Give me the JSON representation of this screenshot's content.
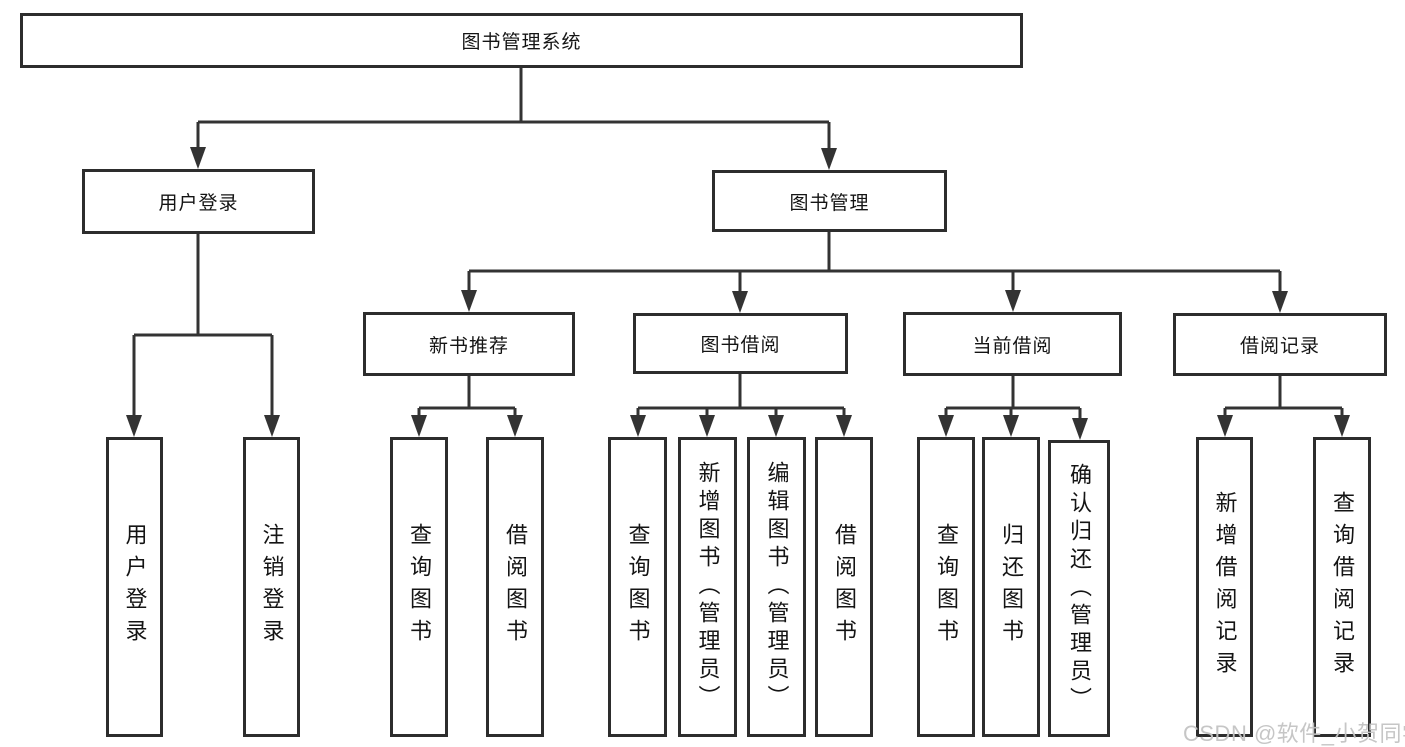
{
  "diagram": {
    "type": "hierarchy-tree",
    "watermark": "CSDN @软件_小贺同学",
    "colors": {
      "background": "#ffffff",
      "box_border": "#2d2d2d",
      "connector_line": "#333333",
      "text": "#141414",
      "watermark_text": "#c3c3c3"
    },
    "nodes": {
      "root": {
        "label": "图书管理系统"
      },
      "login": {
        "label": "用户登录"
      },
      "mgmt": {
        "label": "图书管理"
      },
      "newbook": {
        "label": "新书推荐"
      },
      "borrow": {
        "label": "图书借阅"
      },
      "current": {
        "label": "当前借阅"
      },
      "records": {
        "label": "借阅记录"
      },
      "login_user": {
        "label": "用户登录"
      },
      "login_logout": {
        "label": "注销登录"
      },
      "newbook_query": {
        "label": "查询图书"
      },
      "newbook_borrow": {
        "label": "借阅图书"
      },
      "borrow_query": {
        "label": "查询图书"
      },
      "borrow_add": {
        "label": "新增图书（管理员）"
      },
      "borrow_edit": {
        "label": "编辑图书（管理员）"
      },
      "borrow_lend": {
        "label": "借阅图书"
      },
      "current_query": {
        "label": "查询图书"
      },
      "current_return": {
        "label": "归还图书"
      },
      "current_confirm": {
        "label": "确认归还（管理员）"
      },
      "records_add": {
        "label": "新增借阅记录"
      },
      "records_query": {
        "label": "查询借阅记录"
      }
    },
    "edges": [
      {
        "from": "root",
        "to": [
          "login",
          "mgmt"
        ]
      },
      {
        "from": "login",
        "to": [
          "login_user",
          "login_logout"
        ]
      },
      {
        "from": "mgmt",
        "to": [
          "newbook",
          "borrow",
          "current",
          "records"
        ]
      },
      {
        "from": "newbook",
        "to": [
          "newbook_query",
          "newbook_borrow"
        ]
      },
      {
        "from": "borrow",
        "to": [
          "borrow_query",
          "borrow_add",
          "borrow_edit",
          "borrow_lend"
        ]
      },
      {
        "from": "current",
        "to": [
          "current_query",
          "current_return",
          "current_confirm"
        ]
      },
      {
        "from": "records",
        "to": [
          "records_add",
          "records_query"
        ]
      }
    ]
  }
}
